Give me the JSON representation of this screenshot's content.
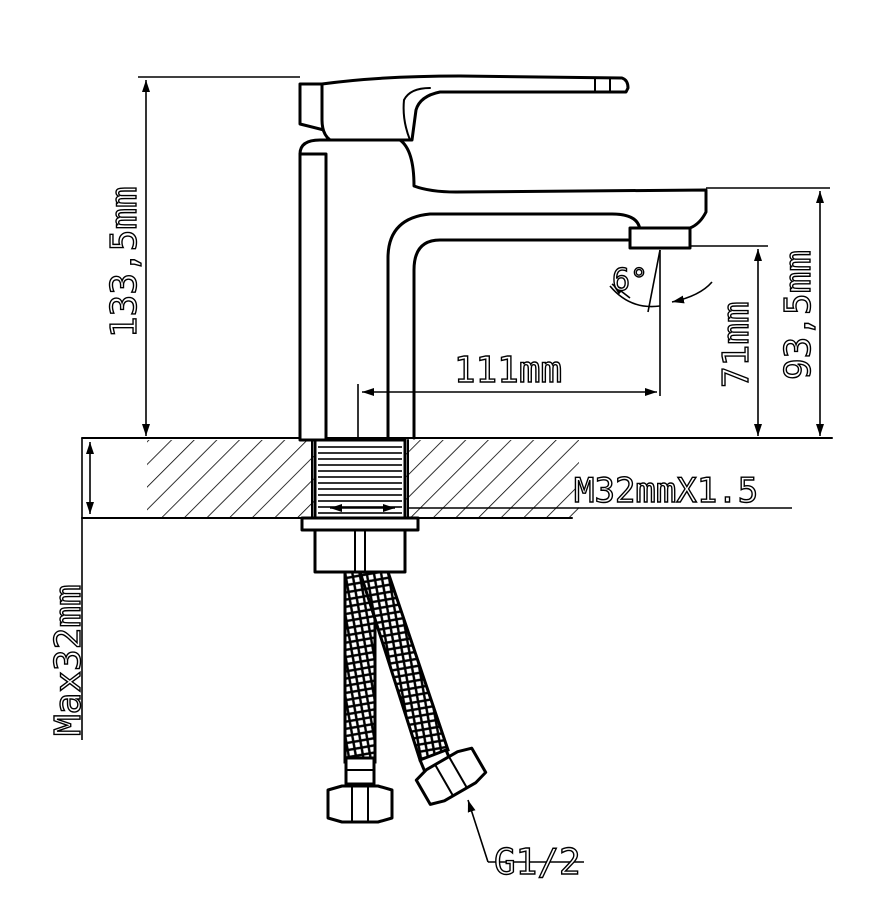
{
  "dimensions": {
    "total_height": "133,5mm",
    "spout_height": "93,5mm",
    "aerator_height": "71mm",
    "spout_reach": "111mm",
    "thread": "M32mmX1.5",
    "max_counter_thickness": "Max32mm",
    "hose_connection": "G1/2",
    "tilt_angle": "6°"
  },
  "icons": {
    "arrow": "arrowhead-icon"
  }
}
